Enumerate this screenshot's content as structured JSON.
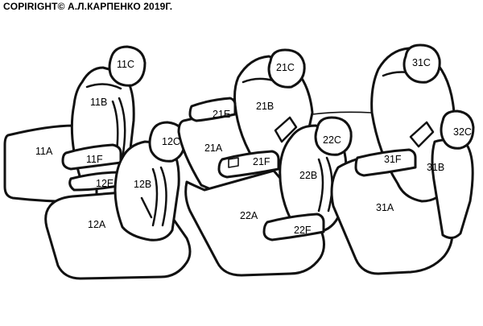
{
  "copyright": "COPIRIGHT© А.Л.КАРПЕНКО 2019Г.",
  "parts": {
    "p11C": "11C",
    "p11B": "11B",
    "p11A": "11A",
    "p11F": "11F",
    "p12E": "12E",
    "p12C": "12C",
    "p12B": "12B",
    "p12A": "12A",
    "p21C": "21C",
    "p21E": "21E",
    "p21B": "21B",
    "p21A": "21A",
    "p21F": "21F",
    "p22C": "22C",
    "p22B": "22B",
    "p22A": "22A",
    "p22F": "22F",
    "p31C": "31C",
    "p32C": "32C",
    "p31F": "31F",
    "p31B": "31B",
    "p31A": "31A"
  }
}
